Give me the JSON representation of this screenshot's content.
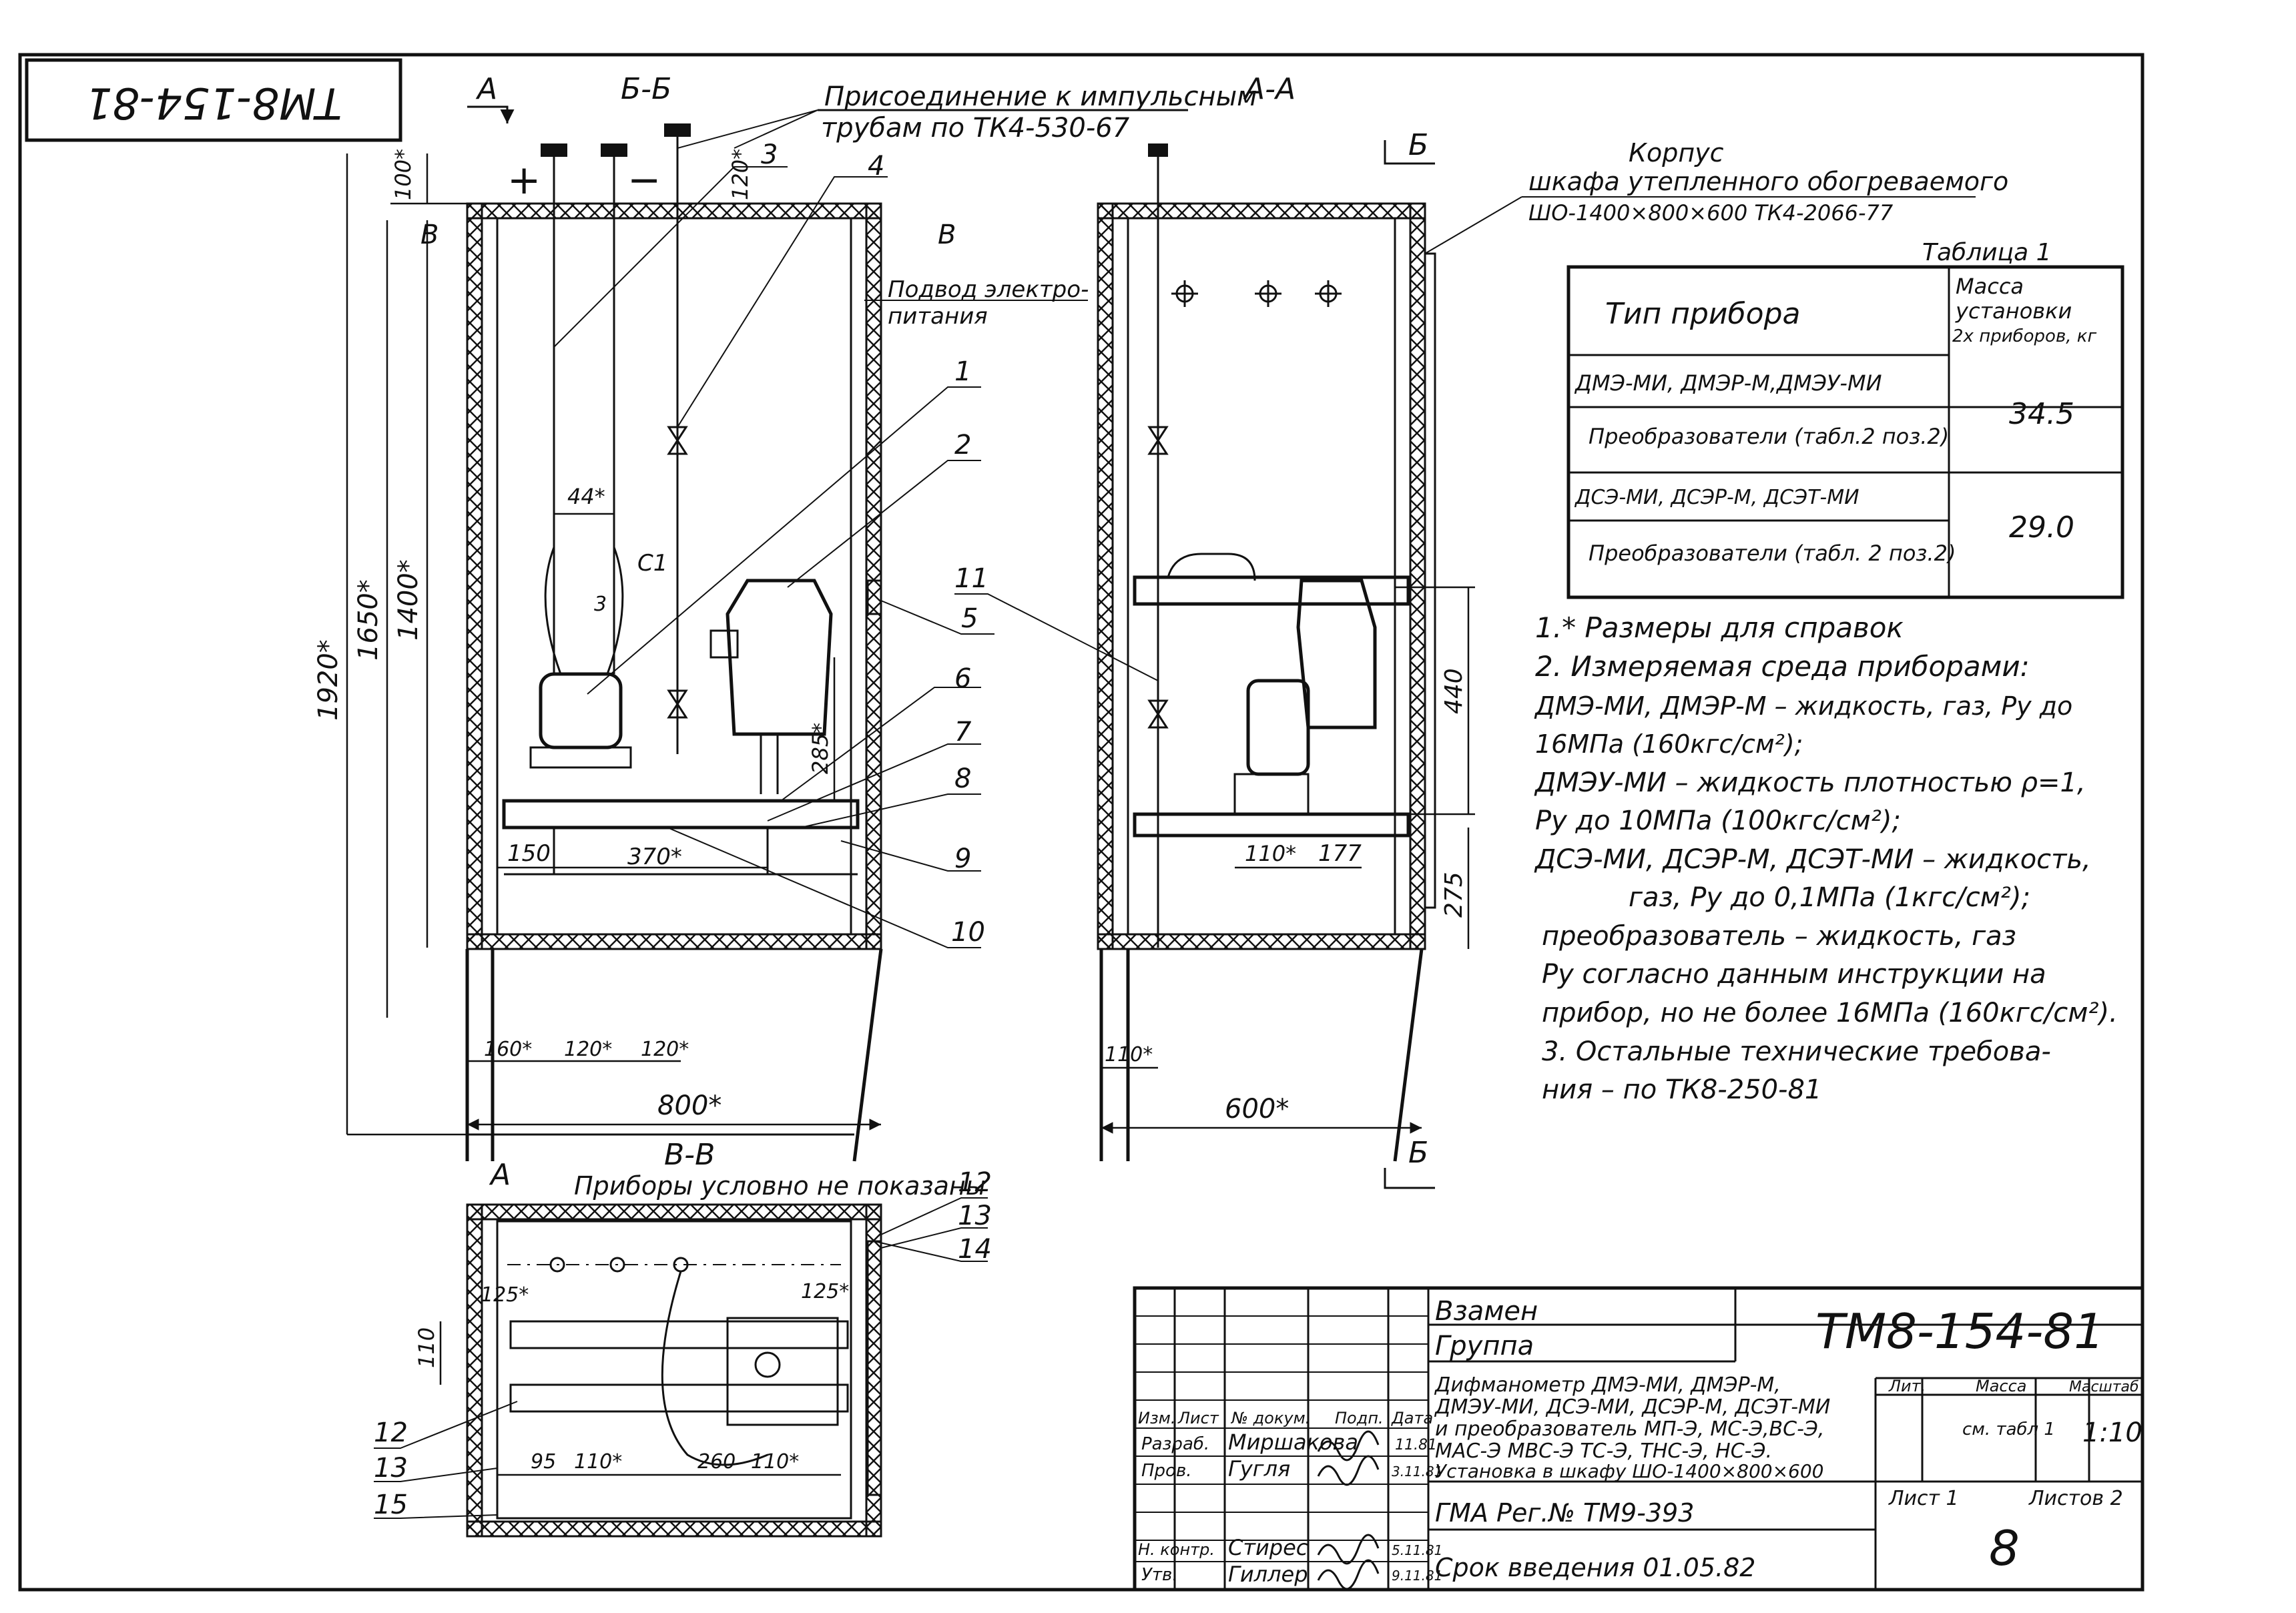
{
  "doc_code": "ТМ8-154-81",
  "doc_code_rotated": "ТМ8-154-81",
  "section_labels": {
    "a": "А",
    "b": "Б",
    "v": "В",
    "aa": "А-А",
    "bb": "Б-Б",
    "vv": "В-В"
  },
  "note_connection": [
    "Присоединение к импульсным",
    "трубам по ТК4-530-67"
  ],
  "note_housing": [
    "Корпус",
    "шкафа утепленного обогреваемого",
    "ШО-1400×800×600  ТК4-2066-77"
  ],
  "note_power": [
    "Подвод электро-",
    "питания"
  ],
  "note_bb_devices": "Приборы условно не показаны",
  "signs": {
    "plus": "+",
    "minus": "−"
  },
  "positions": [
    "1",
    "2",
    "3",
    "4",
    "5",
    "6",
    "7",
    "8",
    "9",
    "10",
    "11",
    "12",
    "13",
    "14",
    "15"
  ],
  "weld_mark": "С1",
  "dimensions": {
    "d100": "100*",
    "d120": "120*",
    "d44": "44*",
    "d1920": "1920*",
    "d1650": "1650*",
    "d1400": "1400*",
    "d285": "285*",
    "d150": "150",
    "d370": "370*",
    "d160": "160*",
    "d120a": "120*",
    "d120b": "120*",
    "d800": "800*",
    "d440": "440",
    "d110": "110*",
    "d177": "177",
    "d275": "275",
    "d110b": "110*",
    "d600": "600*",
    "d125a": "125*",
    "d125b": "125*",
    "d110v": "110",
    "d95": "95",
    "d110c": "110*",
    "d260": "260",
    "d110d": "110*"
  },
  "table1": {
    "caption": "Таблица 1",
    "header_type": "Тип прибора",
    "header_mass": [
      "Масса",
      "установки",
      "2х приборов, кг"
    ],
    "rows": [
      {
        "type": "ДМЭ-МИ, ДМЭР-М,ДМЭУ-МИ"
      },
      {
        "type": "Преобразователи (табл.2  поз.2)"
      },
      {
        "type": "ДСЭ-МИ, ДСЭР-М, ДСЭТ-МИ"
      },
      {
        "type": "Преобразователи (табл. 2  поз.2)"
      }
    ],
    "mass_values": [
      "34.5",
      "29.0"
    ]
  },
  "notes": [
    "1.* Размеры для справок",
    "2. Измеряемая среда приборами:",
    "ДМЭ-МИ, ДМЭР-М – жидкость, газ, Ру до",
    "16МПа (160кгс/см²);",
    "ДМЭУ-МИ – жидкость плотностью ρ=1,",
    "Ру до 10МПа (100кгс/см²);",
    "ДСЭ-МИ, ДСЭР-М, ДСЭТ-МИ – жидкость,",
    "газ, Ру до 0,1МПа (1кгс/см²);",
    "преобразователь – жидкость, газ",
    "Ру согласно данным инструкции на",
    "прибор, но не более 16МПа (160кгс/см²).",
    "3. Остальные технические требова-",
    "ния – по ТК8-250-81"
  ],
  "title_block": {
    "replaces": "Взамен",
    "group": "Группа",
    "code": "ТМ8-154-81",
    "title_lines": [
      "Дифманометр ДМЭ-МИ, ДМЭР-М,",
      "ДМЭУ-МИ, ДСЭ-МИ, ДСЭР-М, ДСЭТ-МИ",
      "и преобразователь МП-Э, МС-Э,ВС-Э,",
      "МАС-Э МВС-Э ТС-Э, ТНС-Э, НС-Э.",
      "Установка в шкафу ШО-1400×800×600"
    ],
    "col_headers": [
      "Изм.",
      "Лист",
      "№ докум.",
      "Подп.",
      "Дата"
    ],
    "role_developed": "Разраб.",
    "role_checked": "Пров.",
    "role_norm": "Н. контр.",
    "role_approved": "Утв.",
    "name_developed": "Миршакова",
    "name_checked": "Гугля",
    "name_norm": "Стирес",
    "name_approved": "Гиллер",
    "date_developed": "11.81",
    "date_checked": "3.11.81",
    "date_norm": "5.11.81",
    "date_approved": "9.11.81",
    "lit_header": "Лит.",
    "mass_header": "Масса",
    "scale_header": "Масштаб",
    "mass_value": "см. табл 1",
    "scale_value": "1:10",
    "sheet_label": "Лист 1",
    "sheets_label": "Листов 2",
    "reg": "ГМА Рег.№ ТМ9-393",
    "intro_date": "Срок введения 01.05.82",
    "page_number": "8"
  }
}
